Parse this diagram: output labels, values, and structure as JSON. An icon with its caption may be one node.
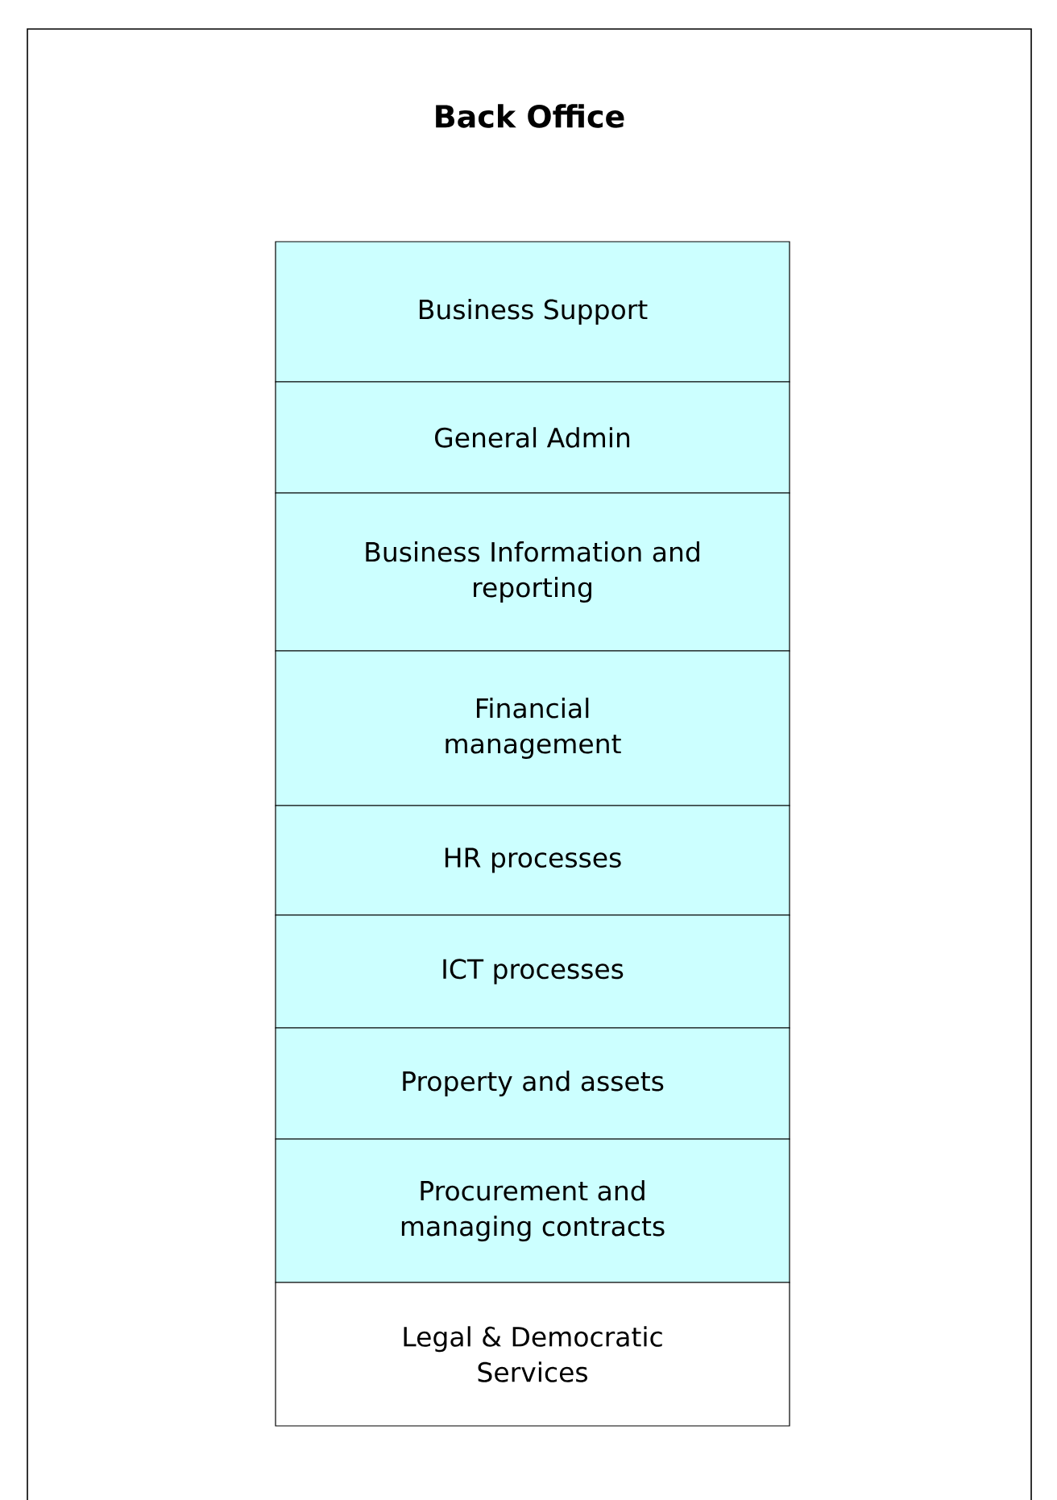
{
  "diagram": {
    "nodes": [
      {
        "text": [
          "Back Office"
        ]
      },
      {
        "text": [
          "Business Support"
        ],
        "in": 0
      },
      {
        "text": [
          "General Admin"
        ],
        "in": 0
      },
      {
        "text": [
          "Business Information and reporting"
        ],
        "in": 0
      },
      {
        "text": [
          "Financial management"
        ],
        "in": 0
      },
      {
        "text": [
          "HR processes"
        ],
        "in": 0
      },
      {
        "text": [
          "ICT processes"
        ],
        "in": 0
      },
      {
        "text": [
          "Property and assets"
        ],
        "in": 0
      },
      {
        "text": [
          "Procurement and managing contracts"
        ],
        "in": 0
      },
      {
        "text": [
          "Legal & Democratic Services"
        ],
        "in": 0
      }
    ]
  }
}
